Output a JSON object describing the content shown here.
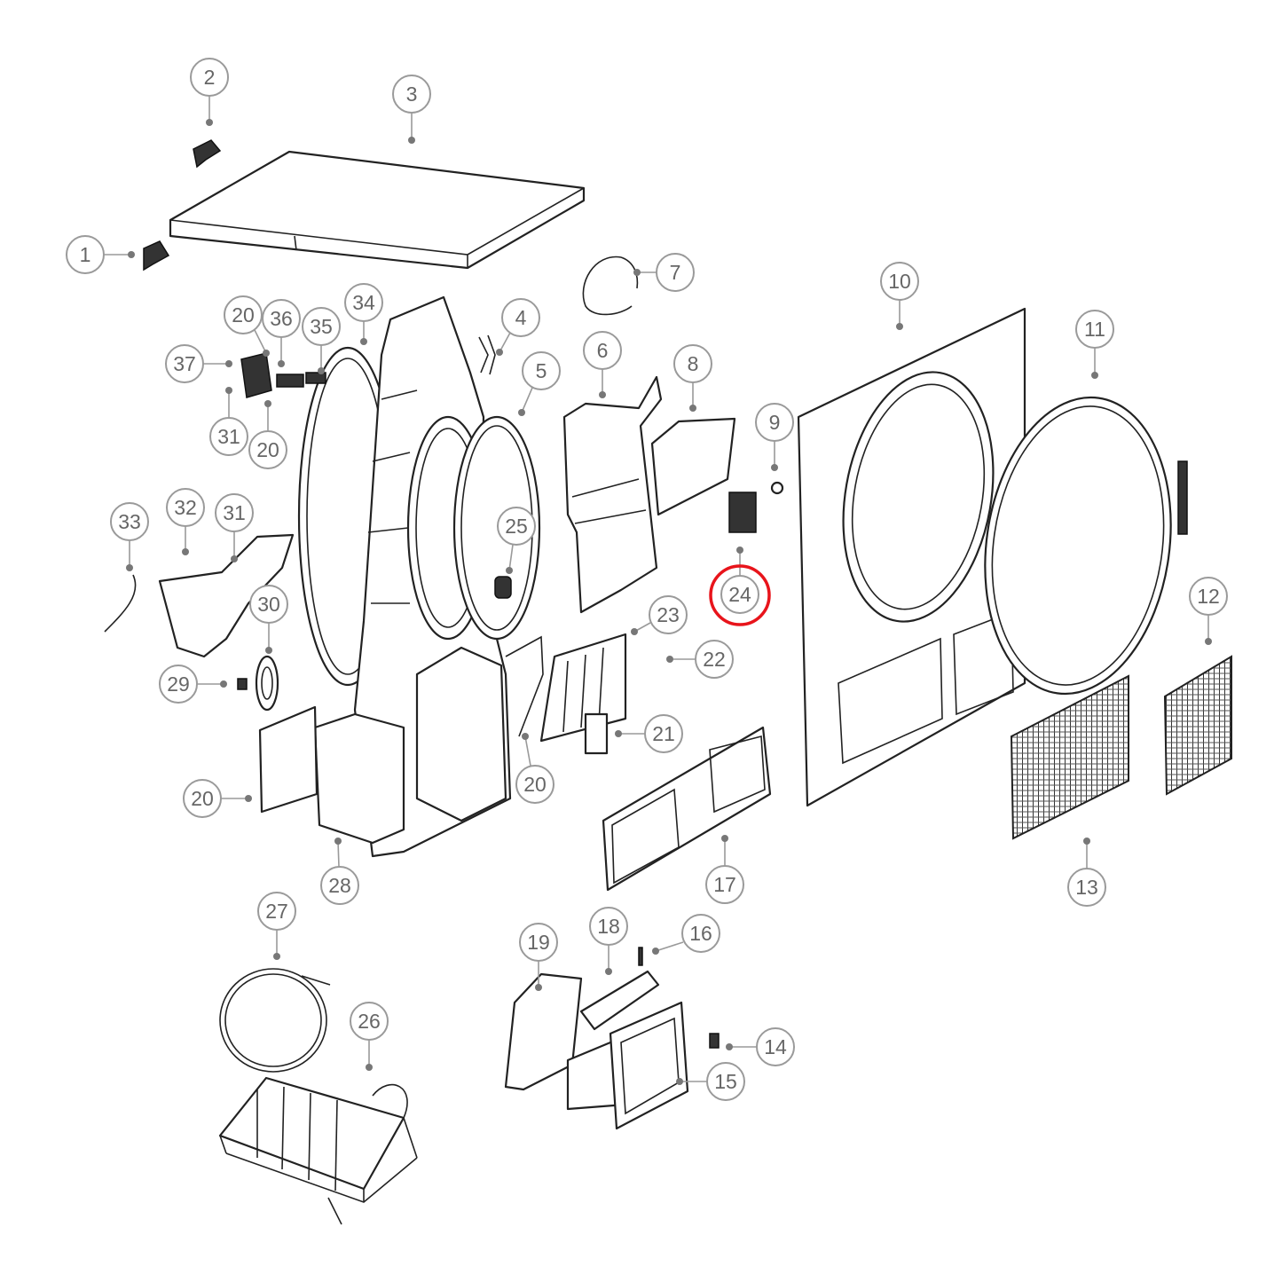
{
  "diagram": {
    "type": "exploded-parts-view",
    "highlighted_callout": "24",
    "highlight_color": "#e8141b",
    "callouts": {
      "c1": "1",
      "c2": "2",
      "c3": "3",
      "c4": "4",
      "c5": "5",
      "c6": "6",
      "c7": "7",
      "c8": "8",
      "c9": "9",
      "c10": "10",
      "c11": "11",
      "c12": "12",
      "c13": "13",
      "c14": "14",
      "c15": "15",
      "c16": "16",
      "c17": "17",
      "c18": "18",
      "c19": "19",
      "c20a": "20",
      "c20b": "20",
      "c20c": "20",
      "c20d": "20",
      "c21": "21",
      "c22": "22",
      "c23": "23",
      "c24": "24",
      "c25": "25",
      "c26": "26",
      "c27": "27",
      "c28": "28",
      "c29": "29",
      "c30": "30",
      "c31a": "31",
      "c31b": "31",
      "c32": "32",
      "c33": "33",
      "c34": "34",
      "c35": "35",
      "c36": "36",
      "c37": "37"
    }
  }
}
